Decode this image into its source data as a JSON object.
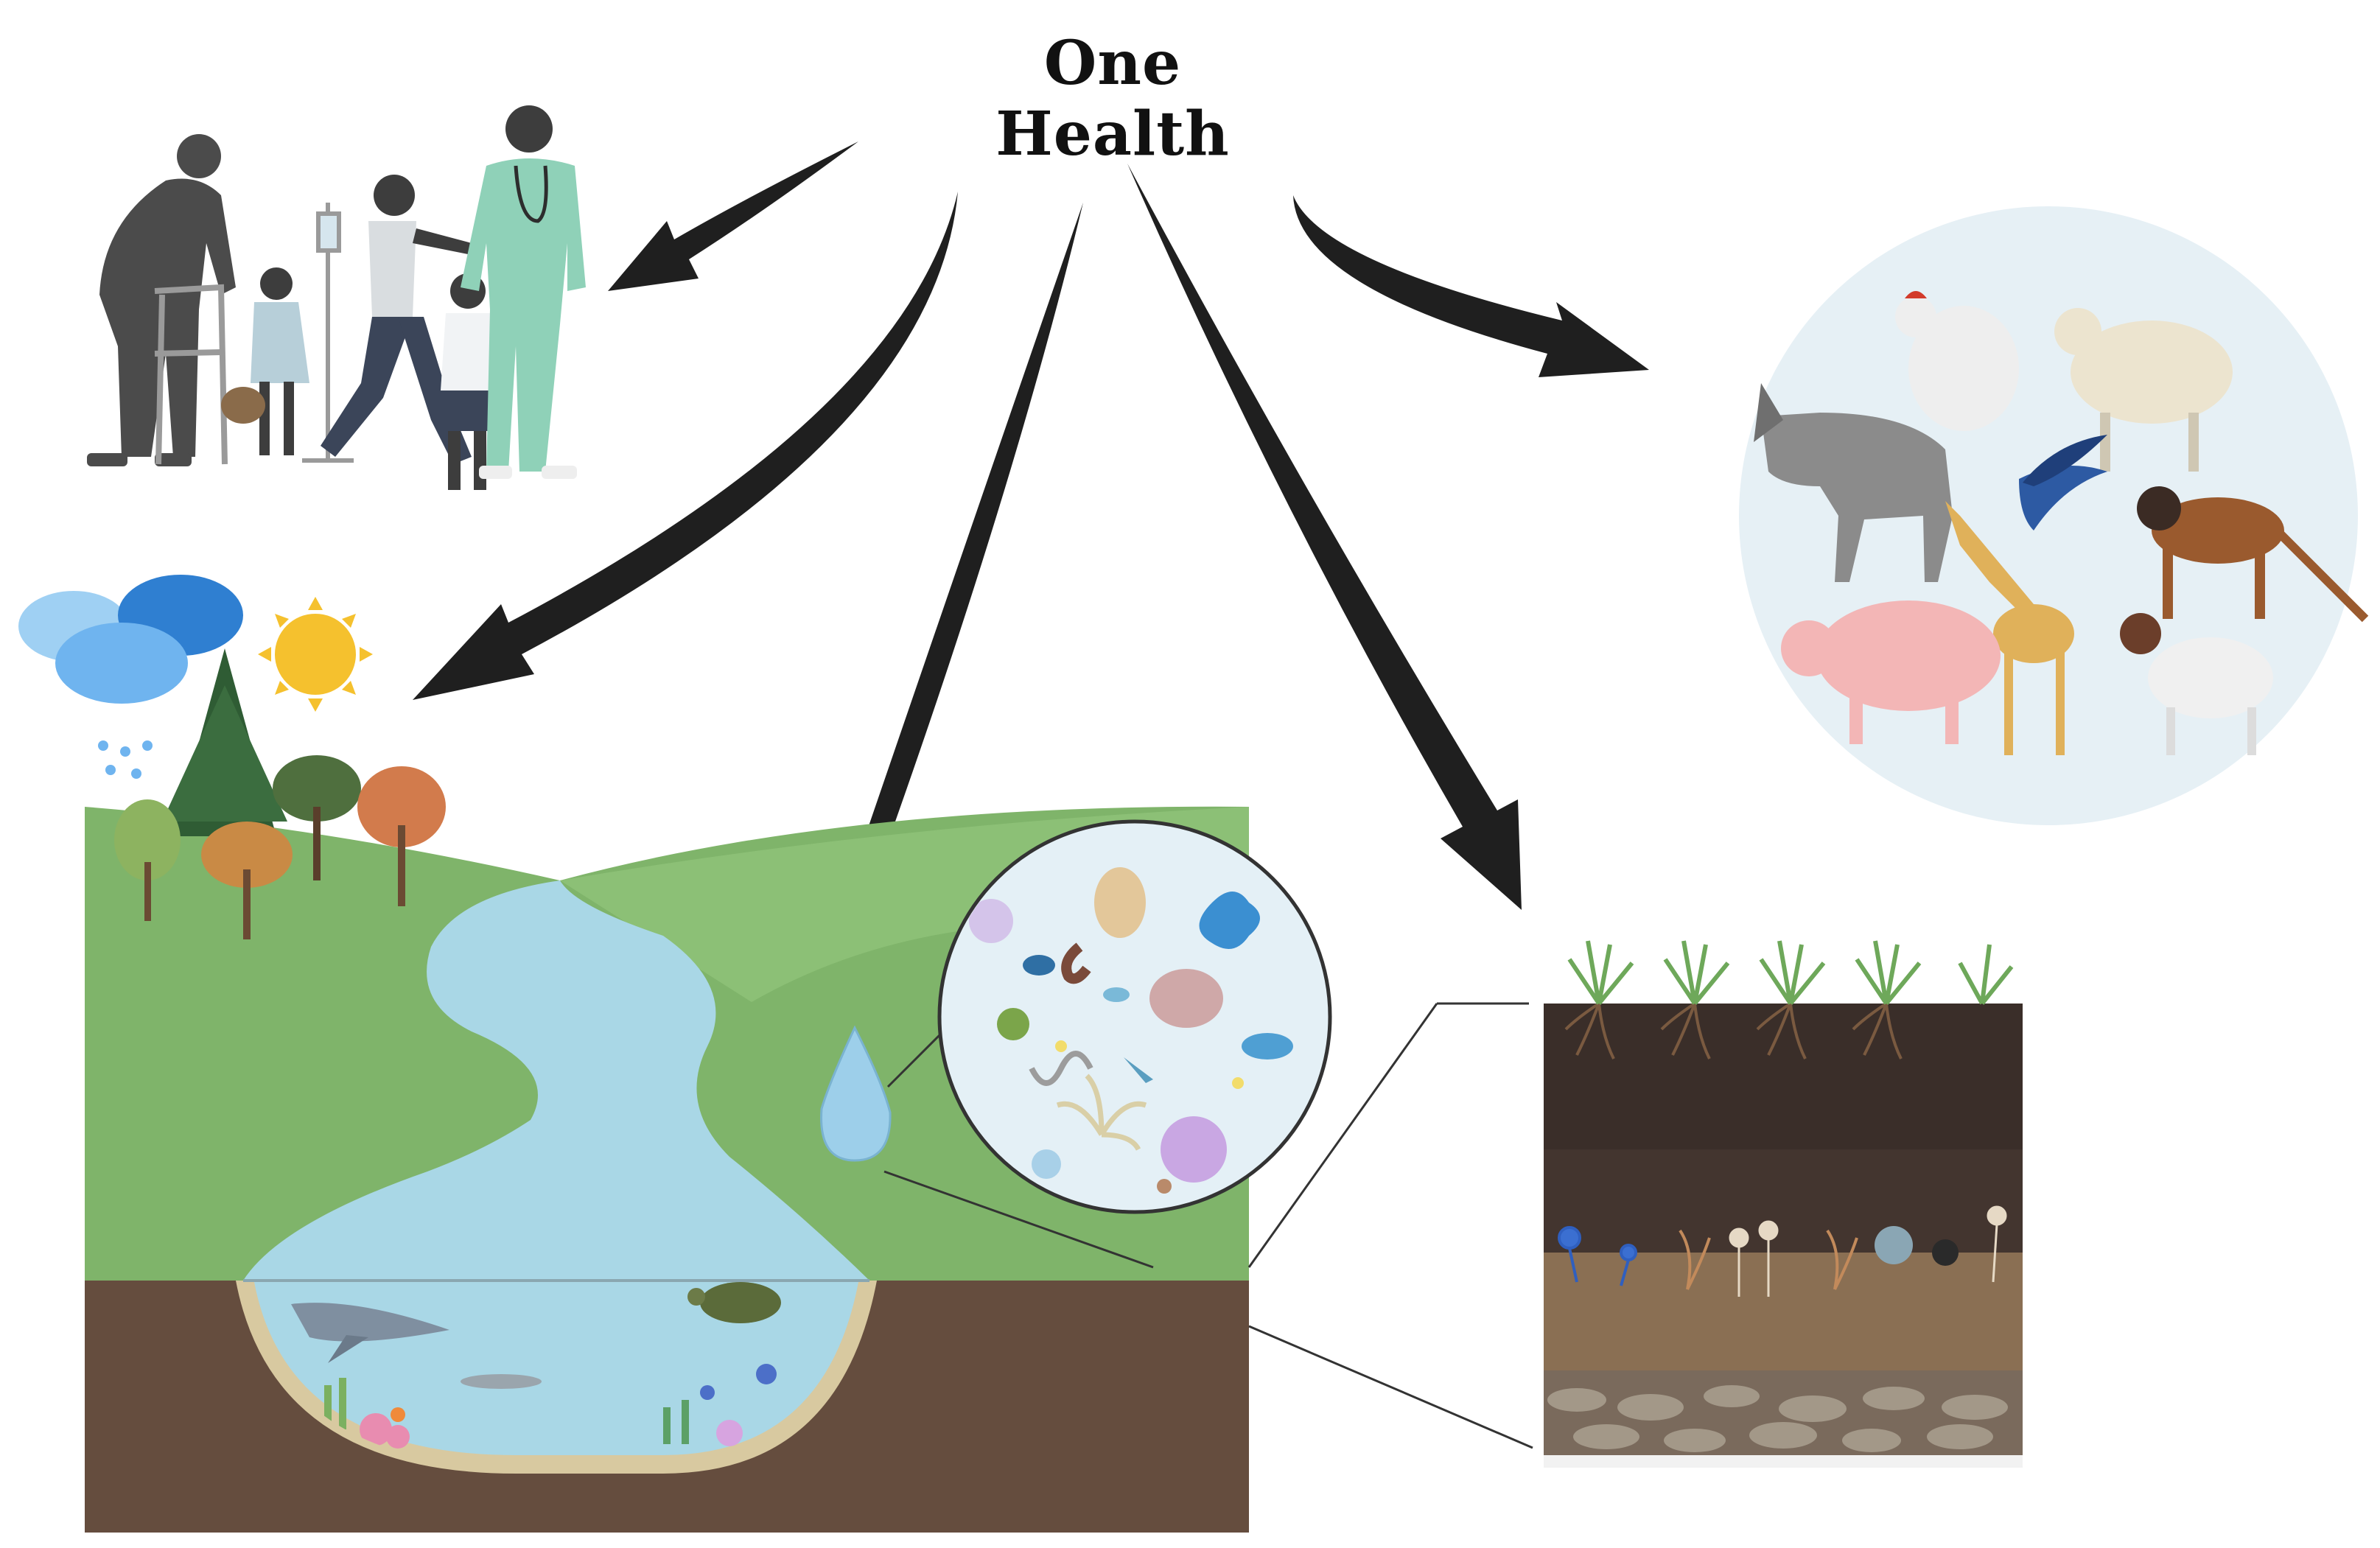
{
  "title": "One Health",
  "colors": {
    "arrow": "#1f1f1f",
    "grass": "#7fb46a",
    "soil_ground": "#654d3e",
    "water": "#a9d7e6",
    "animal_circle_bg": "#e6f0f5",
    "microbe_circle_bg": "#e4f0f6",
    "soil_topsoil": "#3a2e29",
    "soil_subsoil": "#8a6f53",
    "sun": "#f5c12e",
    "cloud": "#4a9de0"
  },
  "icons": [
    "one-health-title",
    "people-group-illustration",
    "landscape-environment-illustration",
    "water-drop-icon",
    "microorganisms-magnifier-illustration",
    "soil-profile-illustration",
    "animals-circle-illustration",
    "arrow-to-humans",
    "arrow-to-environment",
    "arrow-to-water",
    "arrow-to-soil",
    "arrow-to-animals"
  ]
}
